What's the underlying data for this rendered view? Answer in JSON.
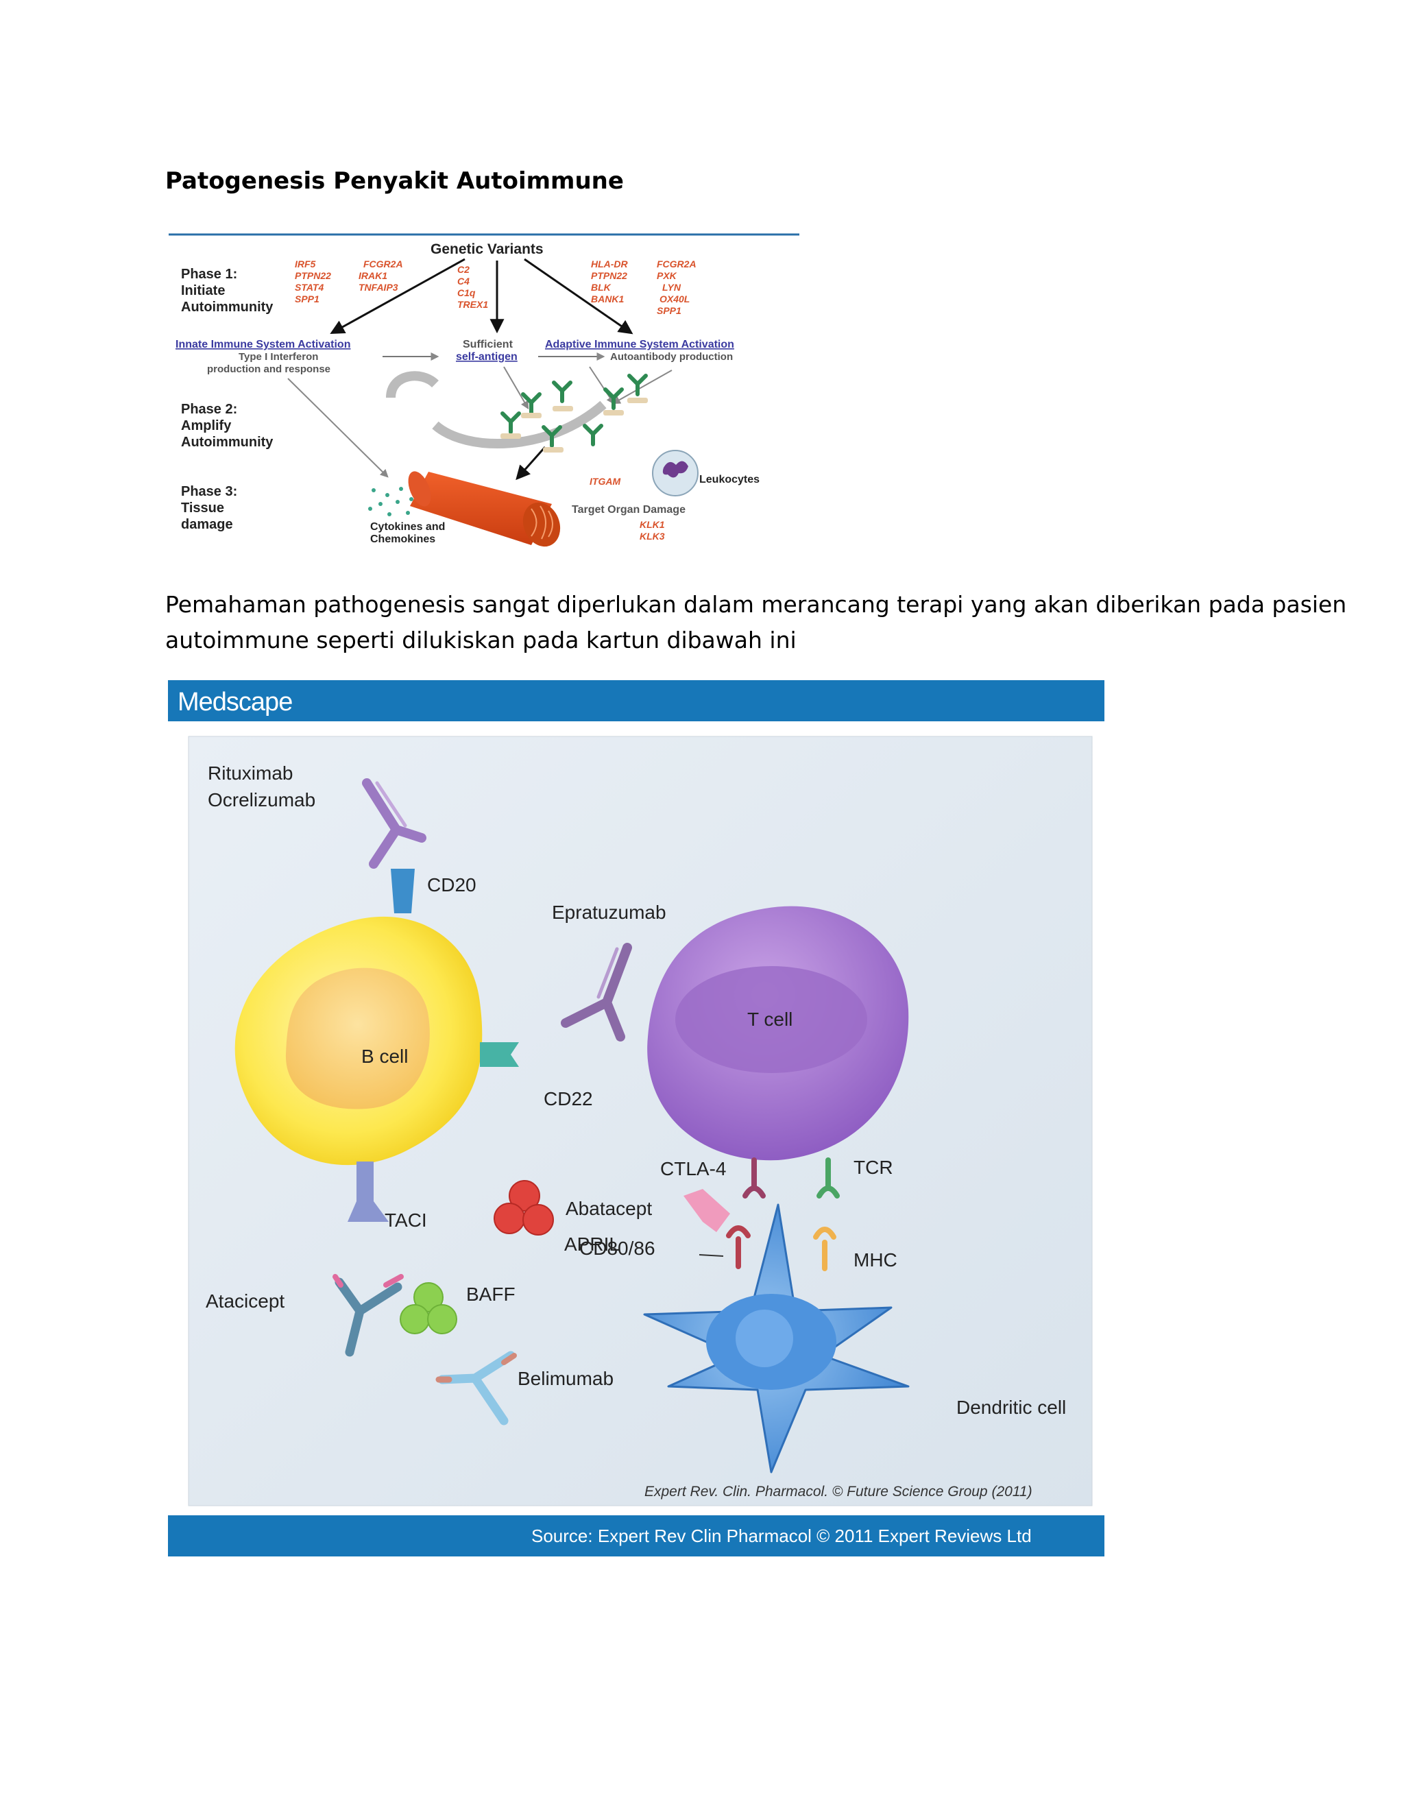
{
  "title": "Patogenesis Penyakit Autoimmune",
  "paragraph": {
    "line1": "Pemahaman pathogenesis sangat diperlukan dalam merancang terapi yang akan diberikan pada pasien",
    "line2": "autoimmune seperti  dilukiskan pada kartun dibawah ini"
  },
  "figure1": {
    "header": "Genetic Variants",
    "phase1": [
      "Phase 1:",
      "Initiate",
      "Autoimmunity"
    ],
    "phase2": [
      "Phase 2:",
      "Amplify",
      "Autoimmunity"
    ],
    "phase3": [
      "Phase 3:",
      "Tissue",
      "damage"
    ],
    "genes_left_col1": [
      "IRF5",
      "PTPN22",
      "STAT4",
      "SPP1"
    ],
    "genes_left_col2": [
      "FCGR2A",
      "IRAK1",
      "TNFAIP3"
    ],
    "genes_mid": [
      "C2",
      "C4",
      "C1q",
      "TREX1"
    ],
    "genes_right_col1": [
      "HLA-DR",
      "PTPN22",
      "BLK",
      "BANK1"
    ],
    "genes_right_col2": [
      "FCGR2A",
      "PXK",
      "LYN",
      "OX40L",
      "SPP1"
    ],
    "innate_title": "Innate Immune System Activation",
    "innate_sub1": "Type I Interferon",
    "innate_sub2": "production and response",
    "self_antigen1": "Sufficient",
    "self_antigen2": "self-antigen",
    "adaptive_title": "Adaptive Immune System Activation",
    "adaptive_sub": "Autoantibody production",
    "cytokines1": "Cytokines and",
    "cytokines2": "Chemokines",
    "itgam": "ITGAM",
    "leukocytes": "Leukocytes",
    "target_organ": "Target Organ Damage",
    "klk": [
      "KLK1",
      "KLK3"
    ]
  },
  "figure2": {
    "brand": "Medscape",
    "rituximab": "Rituximab",
    "ocrelizumab": "Ocrelizumab",
    "cd20": "CD20",
    "epratuzumab": "Epratuzumab",
    "b_cell": "B cell",
    "cd22": "CD22",
    "taci": "TACI",
    "april": "APRIL",
    "atacicept": "Atacicept",
    "baff": "BAFF",
    "belimumab": "Belimumab",
    "t_cell": "T cell",
    "ctla4": "CTLA-4",
    "tcr": "TCR",
    "abatacept": "Abatacept",
    "cd8086": "CD80/86",
    "mhc": "MHC",
    "dendritic_cell": "Dendritic cell",
    "credit": "Expert Rev. Clin. Pharmacol. © Future Science Group (2011)",
    "source": "Source: Expert Rev Clin Pharmacol © 2011 Expert Reviews Ltd"
  },
  "colors": {
    "gene_red": "#d9532c",
    "innate_blue": "#3a3aa0",
    "medscape_blue": "#1777b8",
    "cartoon_bg": "#e3ebf2"
  }
}
